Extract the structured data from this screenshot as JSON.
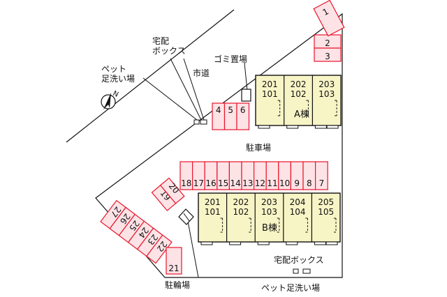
{
  "labels": {
    "pet_wash_top": "ペット\n足洗い場",
    "delivery_box_top": "宅配\nボックス",
    "road": "市道",
    "garbage": "ゴミ置場",
    "parking": "駐車場",
    "bicycle": "駐輪場",
    "delivery_box_bottom": "宅配ボックス",
    "pet_wash_bottom": "ペット足洗い場",
    "compass_n": "N"
  },
  "building_a": {
    "name": "A棟",
    "units": [
      {
        "top": "201",
        "bottom": "101"
      },
      {
        "top": "202",
        "bottom": "102"
      },
      {
        "top": "203",
        "bottom": "103"
      }
    ]
  },
  "building_b": {
    "name": "B棟",
    "units": [
      {
        "top": "201",
        "bottom": "101"
      },
      {
        "top": "202",
        "bottom": "102"
      },
      {
        "top": "203",
        "bottom": "103"
      },
      {
        "top": "204",
        "bottom": "104"
      },
      {
        "top": "205",
        "bottom": "105"
      }
    ]
  },
  "parking_spaces": {
    "top_right": [
      "1",
      "2",
      "3"
    ],
    "near_a": [
      "4",
      "5",
      "6"
    ],
    "middle_row": [
      "18",
      "17",
      "16",
      "15",
      "14",
      "13",
      "12",
      "11",
      "10",
      "9",
      "8",
      "7"
    ],
    "pair": [
      "19",
      "20"
    ],
    "diagonal": [
      "27",
      "26",
      "25",
      "24",
      "23",
      "22"
    ],
    "bottom": [
      "21"
    ]
  },
  "colors": {
    "stall_line": "#e8152b",
    "stall_fill": "#fde3e6",
    "building_fill": "#f7f4c6",
    "outline": "#111111"
  }
}
